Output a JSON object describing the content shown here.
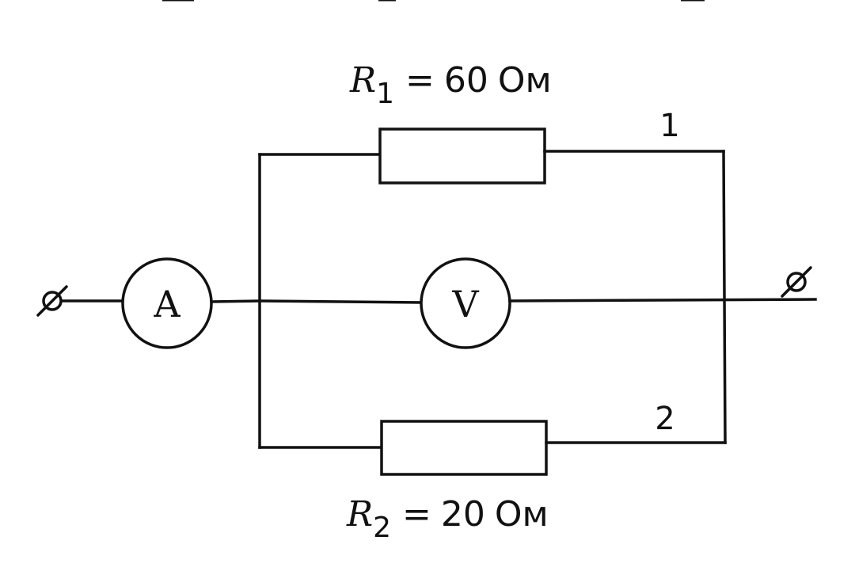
{
  "resistor_1": {
    "symbol": "R",
    "subscript": "1",
    "equals": "=",
    "value": "60",
    "unit": "Ом"
  },
  "resistor_2": {
    "symbol": "R",
    "subscript": "2",
    "equals": "=",
    "value": "20",
    "unit": "Ом"
  },
  "branch_labels": {
    "top": "1",
    "bottom": "2"
  },
  "ammeter": {
    "letter": "A"
  },
  "voltmeter": {
    "letter": "V"
  },
  "colors": {
    "ink": "#111111",
    "paper": "#ffffff"
  }
}
